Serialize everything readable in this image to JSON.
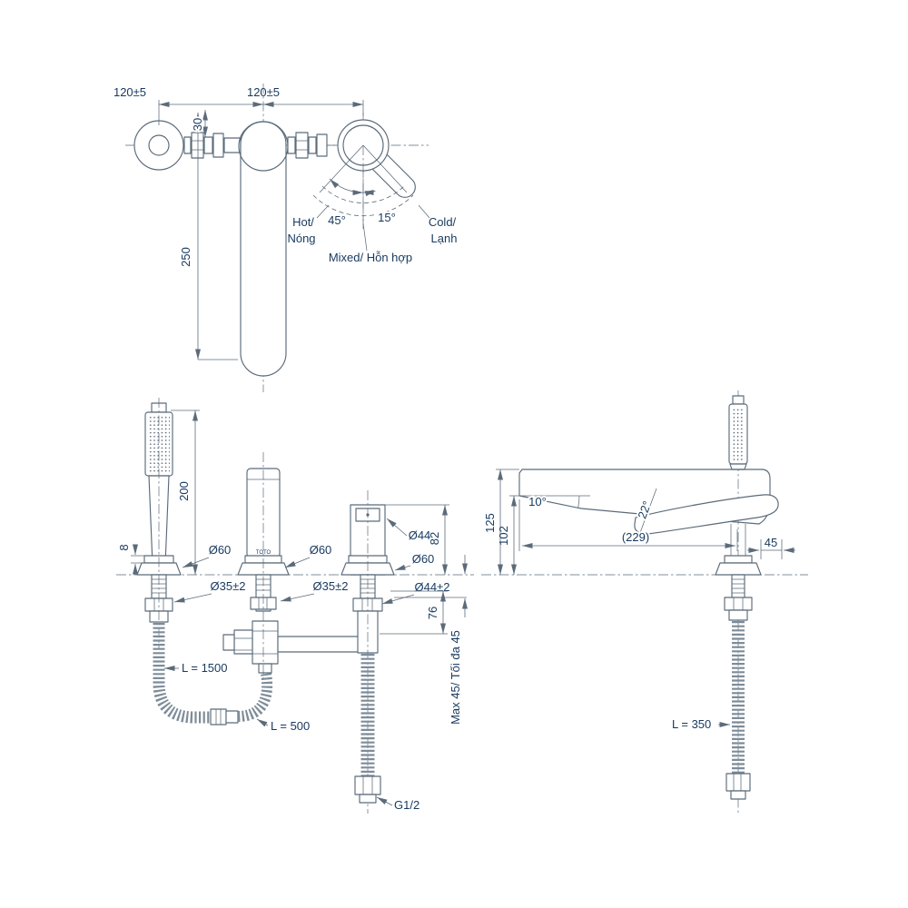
{
  "page": {
    "background": "#ffffff",
    "line_color": "#5b6b7a",
    "text_color": "#17395f"
  },
  "top_view": {
    "dim_span_left": "120±5",
    "dim_span_right": "120±5",
    "dim_offset": "30",
    "dim_spout_length": "250",
    "angle_left": "45°",
    "angle_right": "15°",
    "hot_line1": "Hot/",
    "hot_line2": "Nóng",
    "cold_line1": "Cold/",
    "cold_line2": "Lạnh",
    "mixed_label": "Mixed/ Hỗn hợp"
  },
  "front_view": {
    "dim_handshower_height": "200",
    "dim_escutcheon_height": "8",
    "dim_holder_escutcheon": "Ø60",
    "dim_holder_hole": "Ø35±2",
    "dim_spout_escutcheon": "Ø60",
    "dim_spout_hole": "Ø35±2",
    "dim_valve_body": "Ø44",
    "dim_valve_escutcheon": "Ø60",
    "dim_valve_hole": "Ø44±2",
    "dim_valve_height": "82",
    "dim_under_deck": "76",
    "dim_deck_thickness": "Max 45/ Tối đa 45",
    "hose_shower_length": "L = 1500",
    "hose_connect_length": "L = 500",
    "thread_size": "G1/2",
    "brand": "TOTO"
  },
  "side_view": {
    "dim_total_height": "125",
    "dim_spout_height": "102",
    "angle_spout": "10°",
    "angle_handle": "22°",
    "dim_reach": "(229)",
    "dim_offset": "45",
    "hose_supply_length": "L = 350"
  }
}
